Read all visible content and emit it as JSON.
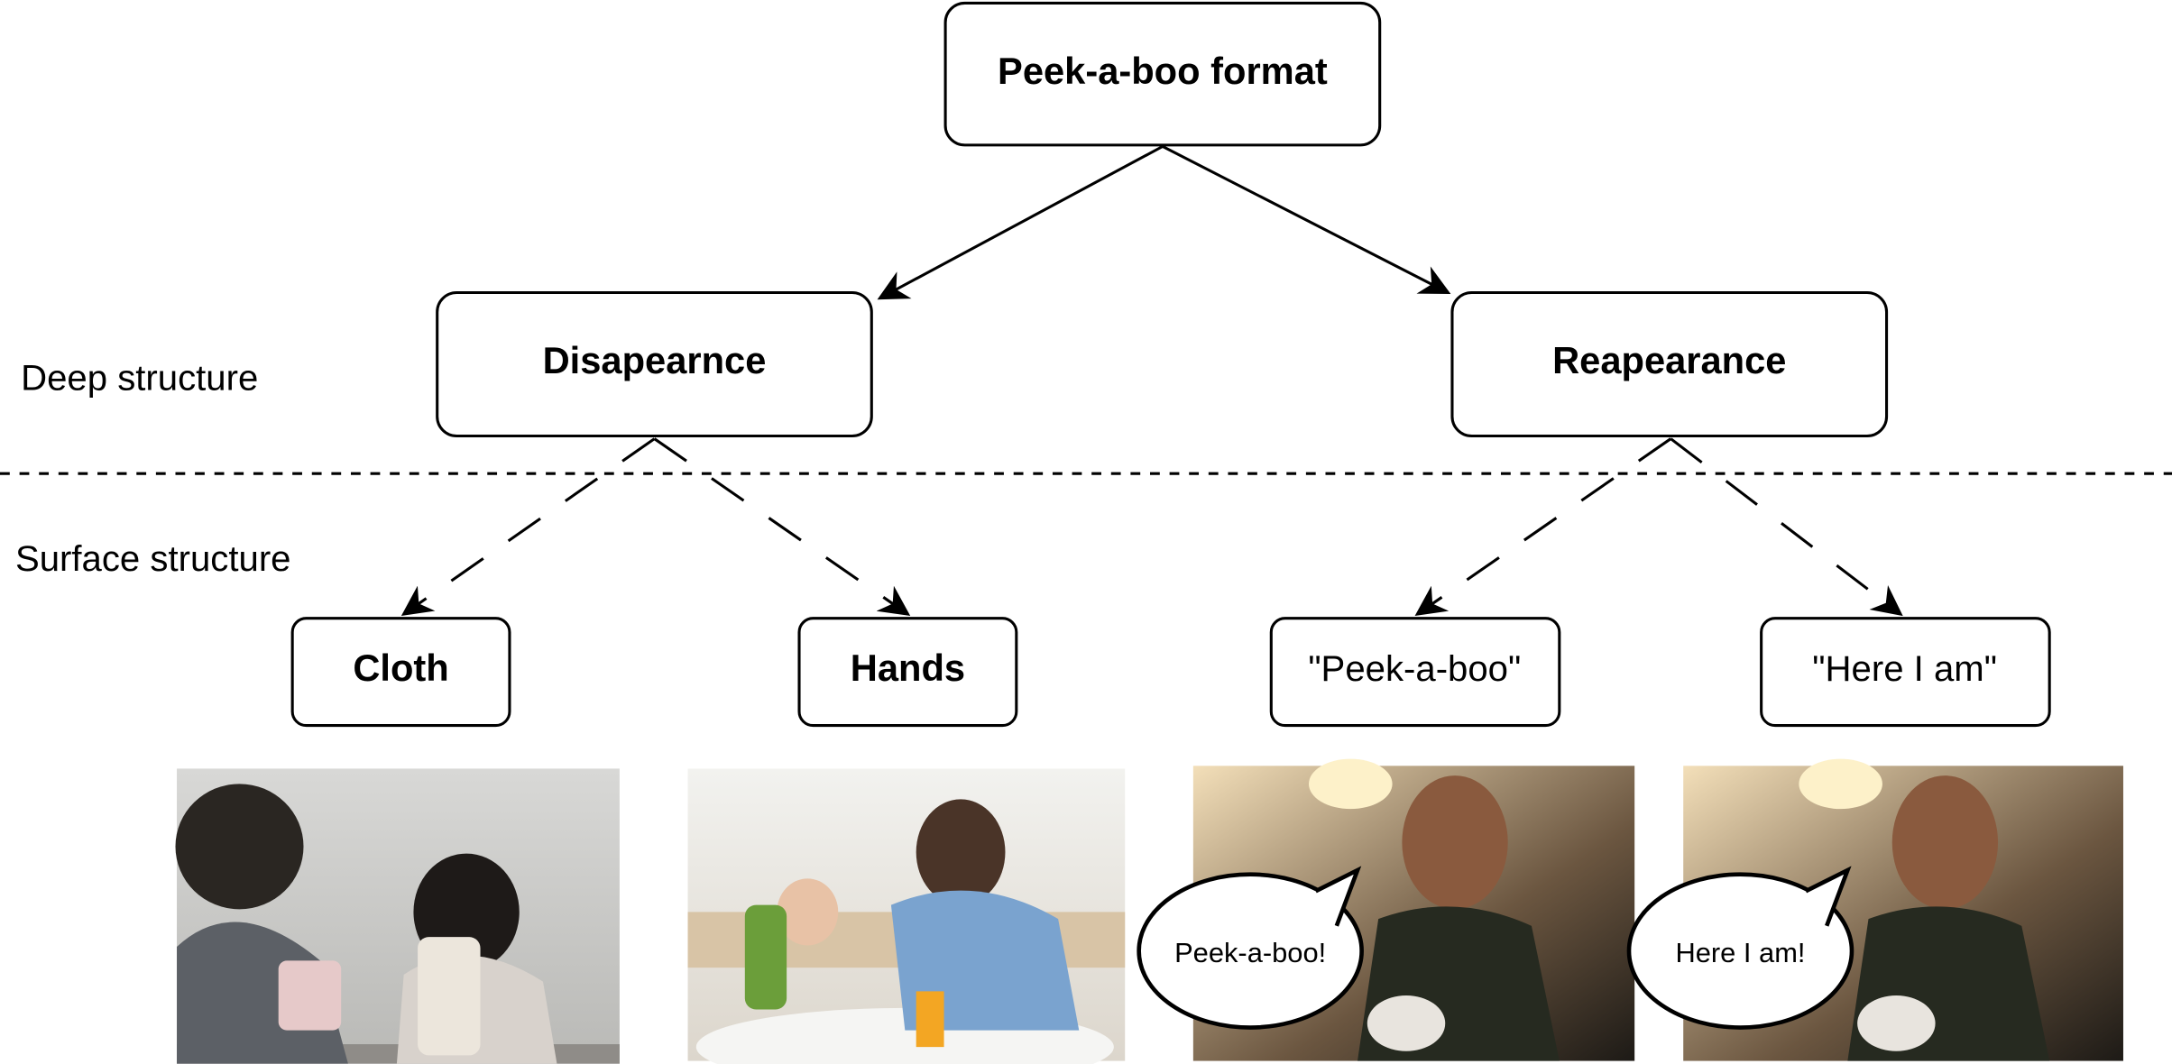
{
  "root": {
    "label": "Peek-a-boo format"
  },
  "deep": {
    "row_label": "Deep structure",
    "nodes": [
      {
        "label": "Disapearnce"
      },
      {
        "label": "Reapearance"
      }
    ]
  },
  "surface": {
    "row_label": "Surface structure",
    "nodes": [
      {
        "label": "Cloth"
      },
      {
        "label": "Hands"
      },
      {
        "label": "\"Peek-a-boo\""
      },
      {
        "label": "\"Here I am\""
      }
    ]
  },
  "photos": {
    "cloth": "photo-adult-hiding-behind-cloth",
    "hands": "photo-man-covering-face-with-hands-baby",
    "peekaboo_bubble": "Peek-a-boo!",
    "hereiam_bubble": "Here I am!"
  }
}
